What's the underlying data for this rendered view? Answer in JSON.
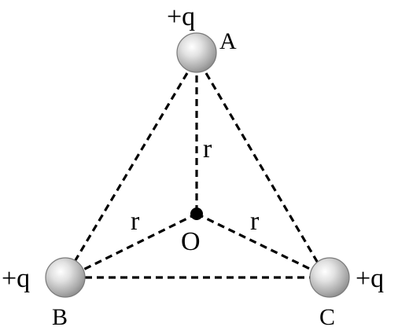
{
  "charges": {
    "A": {
      "point_label": "A",
      "charge_label": "+q"
    },
    "B": {
      "point_label": "B",
      "charge_label": "+q"
    },
    "C": {
      "point_label": "C",
      "charge_label": "+q"
    }
  },
  "center": {
    "label": "O"
  },
  "distance_labels": {
    "OA": "r",
    "OB": "r",
    "OC": "r"
  },
  "colors": {
    "line": "#000000",
    "sphere_highlight": "#ffffff",
    "sphere_shade": "#9a9a9a",
    "sphere_edge": "#6e6e6e"
  }
}
